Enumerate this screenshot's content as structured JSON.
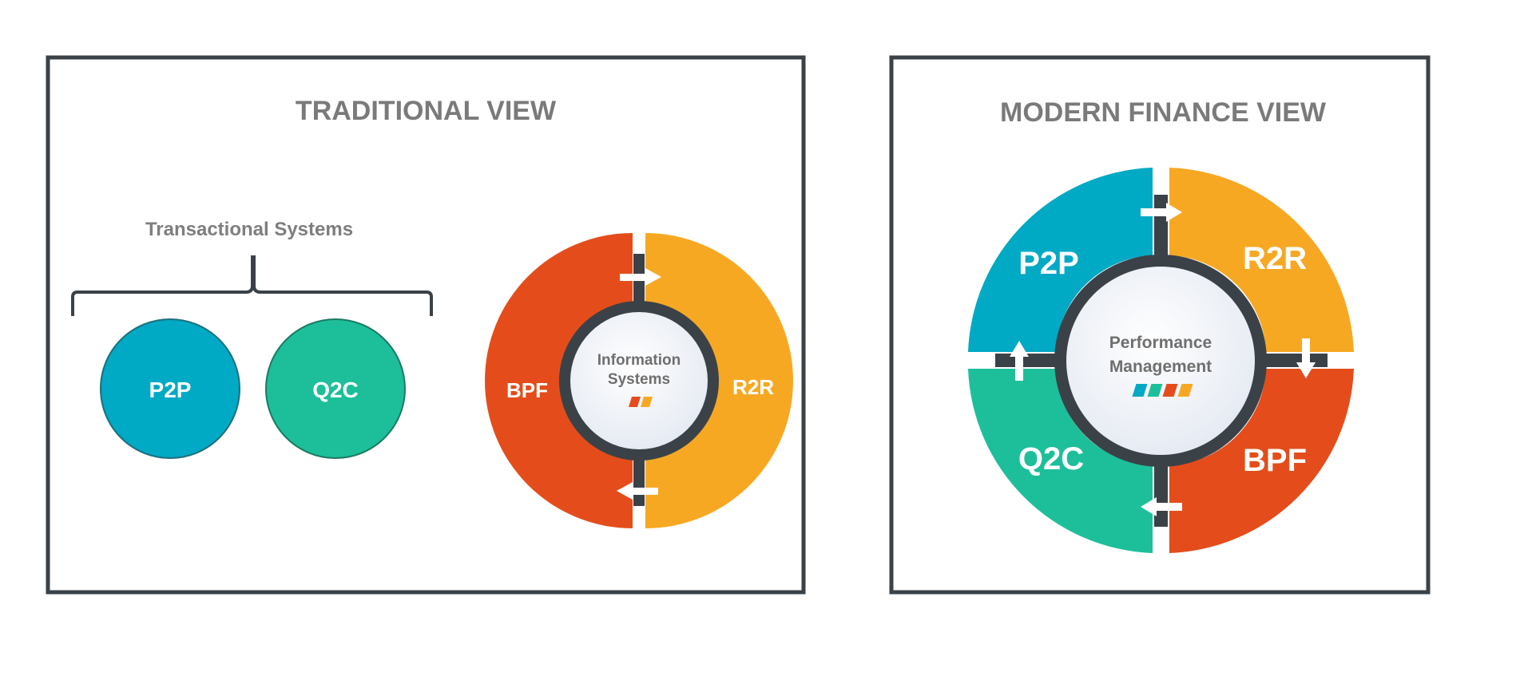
{
  "colors": {
    "frame": "#3a4248",
    "hub": "#3a4248",
    "title_text": "#7a7a7a",
    "p2p": "#00a9c4",
    "q2c": "#1dbf9a",
    "r2r": "#f7a823",
    "bpf": "#e44d1b",
    "arrow": "#ffffff"
  },
  "traditional": {
    "title": "TRADITIONAL VIEW",
    "brace_label": "Transactional Systems",
    "circles": [
      {
        "label": "P2P",
        "color": "#00a9c4"
      },
      {
        "label": "Q2C",
        "color": "#1dbf9a"
      }
    ],
    "cycle": {
      "center_line1": "Information",
      "center_line2": "Systems",
      "left_label": "BPF",
      "right_label": "R2R",
      "center_marks": [
        "#e44d1b",
        "#f7a823"
      ]
    }
  },
  "modern": {
    "title": "MODERN FINANCE VIEW",
    "cycle": {
      "center_line1": "Performance",
      "center_line2": "Management",
      "top_left_label": "P2P",
      "top_right_label": "R2R",
      "bottom_left_label": "Q2C",
      "bottom_right_label": "BPF",
      "center_marks": [
        "#00a9c4",
        "#1dbf9a",
        "#e44d1b",
        "#f7a823"
      ]
    }
  }
}
